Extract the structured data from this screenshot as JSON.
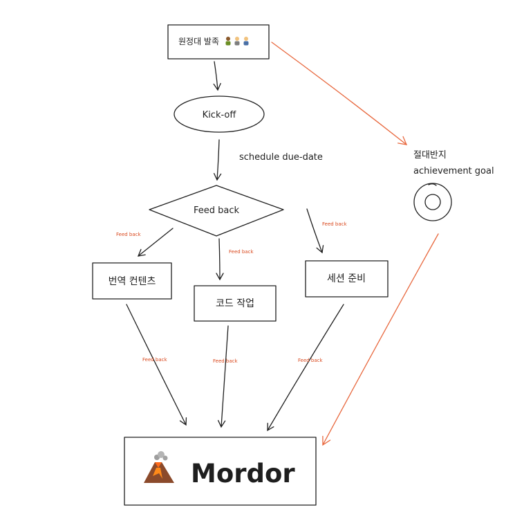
{
  "nodes": {
    "start": "원정대 발족",
    "kickoff": "Kick-off",
    "feedback_decision": "Feed back",
    "translation": "번역 컨텐츠",
    "code": "코드 작업",
    "session": "세션 준비",
    "goal_korean": "절대반지",
    "goal_english": "achievement goal",
    "mordor": "Mordor"
  },
  "edge_labels": {
    "schedule": "schedule due-date",
    "feedback": "Feed back"
  },
  "icons": {
    "start": "people-emoji-icons",
    "mordor": "volcano-icon",
    "goal": "ring-icon"
  },
  "colors": {
    "stroke": "#1e1e1e",
    "accent_arrow": "#e8683e",
    "feedback_text": "#d9471c"
  }
}
